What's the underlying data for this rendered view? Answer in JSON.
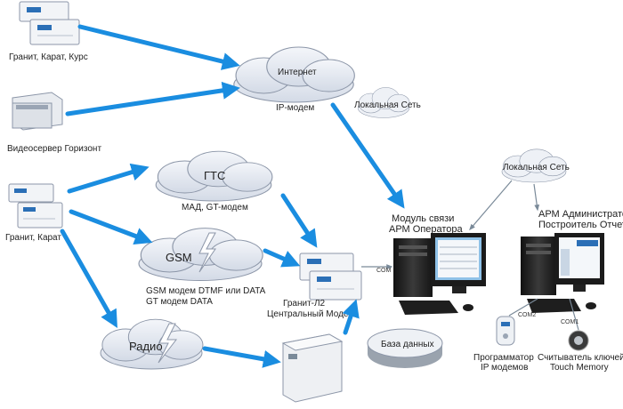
{
  "devices": {
    "granit_karat_kurs": "Гранит, Карат, Курс",
    "videoserver": "Видеосервер Горизонт",
    "granit_karat": "Гранит, Карат",
    "central_modem_line1": "Гранит-Л2",
    "central_modem_line2": "Центральный Модем",
    "ip_programmer_line1": "Программатор",
    "ip_programmer_line2": "IP модемов",
    "key_reader_line1": "Считыватель ключей",
    "key_reader_line2": "Touch Memory"
  },
  "networks": {
    "internet": "Интернет",
    "ip_modem": "IP-модем",
    "local_net_1": "Локальная Сеть",
    "local_net_2": "Локальная Сеть",
    "gts": "ГТС",
    "gts_modems": "МАД, GT-модем",
    "gsm": "GSM",
    "gsm_modems_line1": "GSM модем DTMF или DATA",
    "gsm_modems_line2": "GT модем DATA",
    "radio": "Радио",
    "database": "База данных"
  },
  "workstations": {
    "operator_line1": "Модуль связи",
    "operator_line2": "АРМ Оператора",
    "admin_line1": "АРМ Администратора",
    "admin_line2": "Построитель Отчетов"
  },
  "ports": {
    "com": "COM",
    "com1": "COM1",
    "com2": "COM2"
  },
  "colors": {
    "arrow": "#1a8de0",
    "thin_line": "#7a8a99",
    "cloud_fill": "#e6ebf3",
    "cloud_stroke": "#8c96a8",
    "device_fill": "#f2f4f7",
    "screen": "#8fc2e8"
  }
}
